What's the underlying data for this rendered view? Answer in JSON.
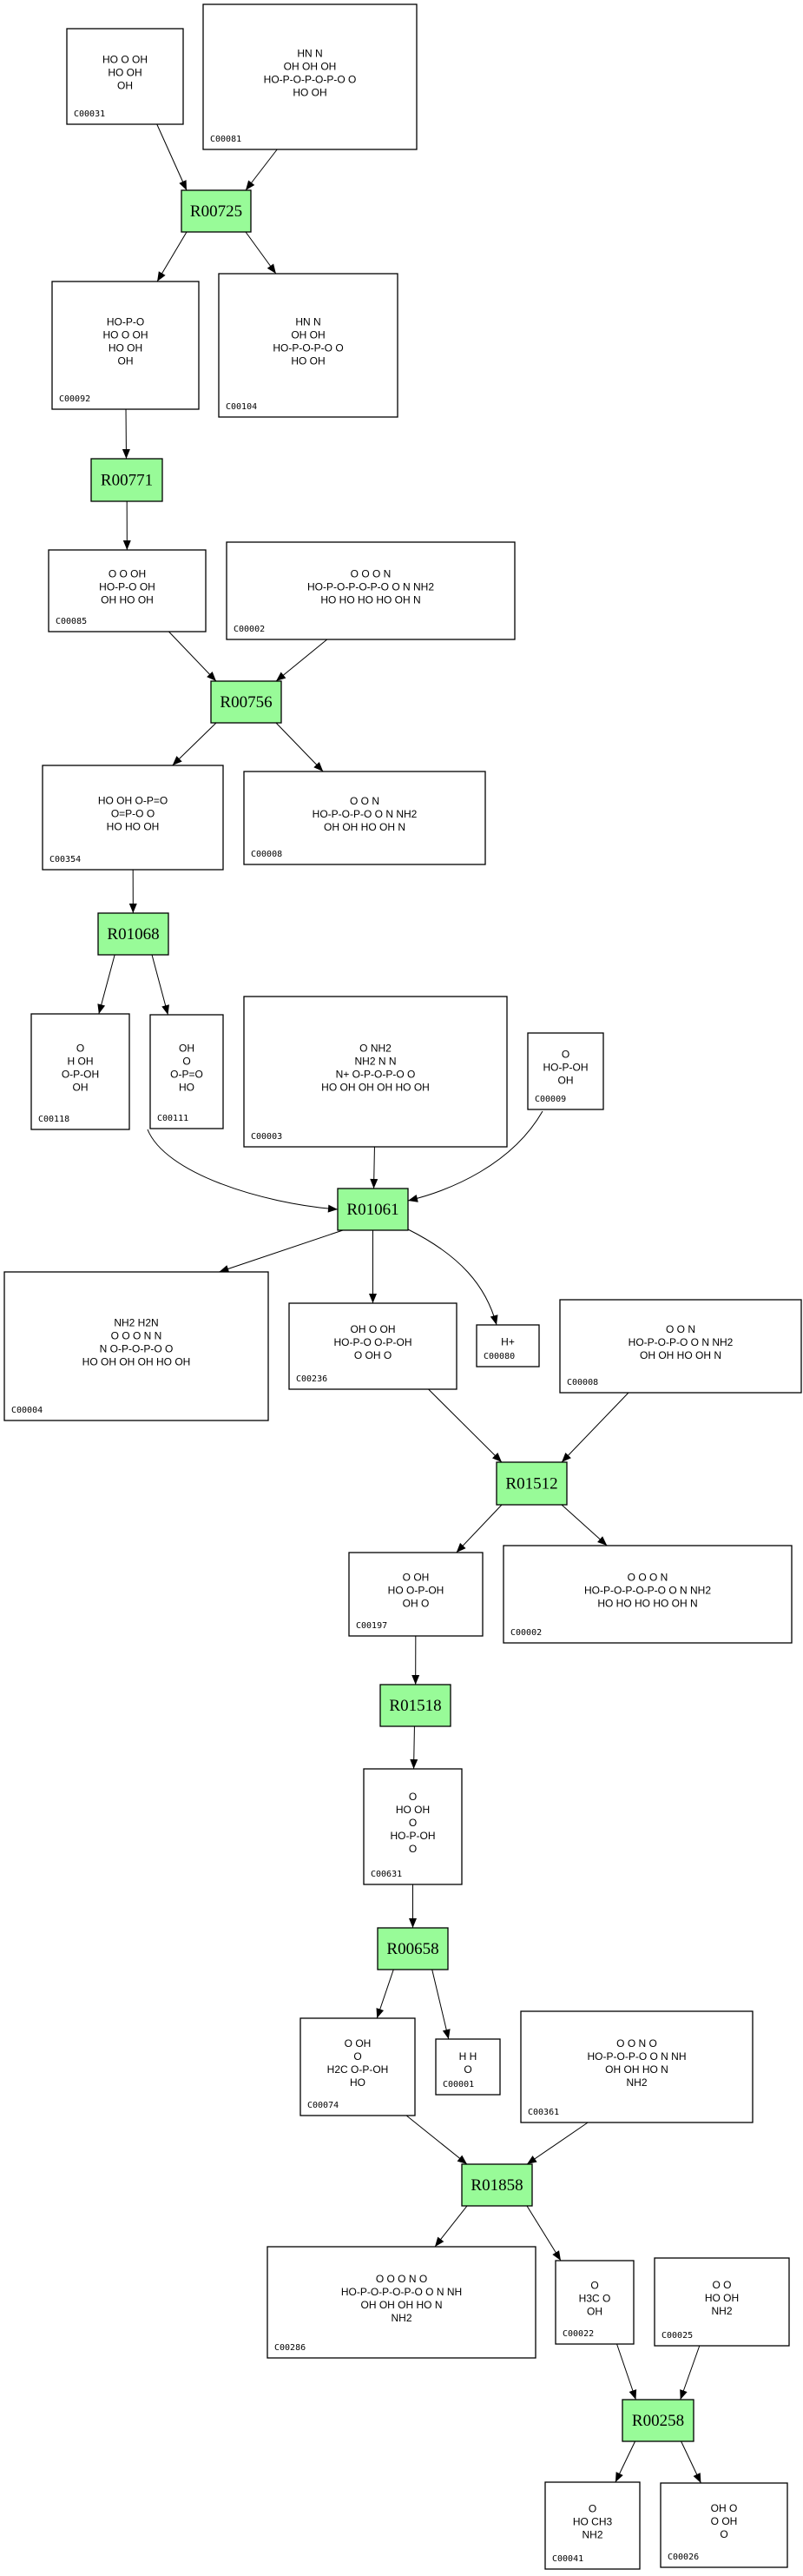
{
  "diagram": {
    "title": "",
    "reactions": [
      {
        "id": "R00725"
      },
      {
        "id": "R00771"
      },
      {
        "id": "R00756"
      },
      {
        "id": "R01068"
      },
      {
        "id": "R01061"
      },
      {
        "id": "R01512"
      },
      {
        "id": "R01518"
      },
      {
        "id": "R00658"
      },
      {
        "id": "R01858"
      },
      {
        "id": "R00258"
      }
    ],
    "compounds": [
      {
        "key": "c00031",
        "id": "C00031",
        "structure": [
          "HO  O  OH",
          "HO  OH",
          "OH"
        ]
      },
      {
        "key": "c00081",
        "id": "C00081",
        "structure": [
          "HN  N",
          "OH OH OH",
          "HO-P-O-P-O-P-O  O",
          "HO  OH"
        ]
      },
      {
        "key": "c00092",
        "id": "C00092",
        "structure": [
          "HO-P-O",
          "HO   O  OH",
          "HO  OH",
          "OH"
        ]
      },
      {
        "key": "c00104",
        "id": "C00104",
        "structure": [
          "HN  N",
          "OH OH",
          "HO-P-O-P-O  O",
          "HO  OH"
        ]
      },
      {
        "key": "c00085",
        "id": "C00085",
        "structure": [
          "O      O  OH",
          "HO-P-O      OH",
          "OH   HO  OH"
        ]
      },
      {
        "key": "c00002_a",
        "id": "C00002",
        "structure": [
          "O  O  O       N",
          "HO-P-O-P-O-P-O  O  N  NH2",
          "HO HO HO  HO OH N"
        ]
      },
      {
        "key": "c00354",
        "id": "C00354",
        "structure": [
          "HO    OH O-P=O",
          "O=P-O  O",
          "HO  HO  OH"
        ]
      },
      {
        "key": "c00008",
        "id": "C00008",
        "structure": [
          "O  O       N",
          "HO-P-O-P-O  O  N  NH2",
          "OH OH  HO OH N"
        ]
      },
      {
        "key": "c00118",
        "id": "C00118",
        "structure": [
          "O",
          "H  OH",
          "O-P-OH",
          "OH"
        ]
      },
      {
        "key": "c00111",
        "id": "C00111",
        "structure": [
          "OH",
          "O",
          "O-P=O",
          "HO"
        ]
      },
      {
        "key": "c00003",
        "id": "C00003",
        "structure": [
          "O     NH2",
          "NH2  N  N",
          "N+  O-P-O-P-O  O",
          "HO OH  OH OH  HO OH"
        ]
      },
      {
        "key": "c00009",
        "id": "C00009",
        "structure": [
          "O",
          "HO-P-OH",
          "OH"
        ]
      },
      {
        "key": "c00004",
        "id": "C00004",
        "structure": [
          "NH2    H2N",
          "O   O  O   N  N",
          "N  O-P-O-P-O  O",
          "HO OH  OH OH  HO OH"
        ]
      },
      {
        "key": "c00236",
        "id": "C00236",
        "structure": [
          "OH  O   OH",
          "HO-P-O     O-P-OH",
          "O   OH   O"
        ]
      },
      {
        "key": "c00080",
        "id": "C00080",
        "structure": [
          "H+"
        ]
      },
      {
        "key": "c00008_b",
        "id": "C00008",
        "structure": [
          "O  O       N",
          "HO-P-O-P-O  O  N  NH2",
          "OH OH  HO OH N"
        ]
      },
      {
        "key": "c00197",
        "id": "C00197",
        "structure": [
          "O      OH",
          "HO   O-P-OH",
          "OH    O"
        ]
      },
      {
        "key": "c00002_b",
        "id": "C00002",
        "structure": [
          "O  O  O       N",
          "HO-P-O-P-O-P-O  O  N  NH2",
          "HO HO HO  HO OH N"
        ]
      },
      {
        "key": "c00631",
        "id": "C00631",
        "structure": [
          "O",
          "HO    OH",
          "O",
          "HO-P-OH",
          "O"
        ]
      },
      {
        "key": "c00074",
        "id": "C00074",
        "structure": [
          "O  OH",
          "O",
          "H2C  O-P-OH",
          "HO"
        ]
      },
      {
        "key": "c00001",
        "id": "C00001",
        "structure": [
          "H  H",
          "O"
        ]
      },
      {
        "key": "c00361",
        "id": "C00361",
        "structure": [
          "O  O         N  O",
          "HO-P-O-P-O  O  N  NH",
          "OH OH  HO  N",
          "NH2"
        ]
      },
      {
        "key": "c00286",
        "id": "C00286",
        "structure": [
          "O  O  O         N  O",
          "HO-P-O-P-O-P-O  O  N  NH",
          "OH OH OH  HO  N",
          "NH2"
        ]
      },
      {
        "key": "c00022",
        "id": "C00022",
        "structure": [
          "O",
          "H3C   O",
          "OH"
        ]
      },
      {
        "key": "c00025",
        "id": "C00025",
        "structure": [
          "O        O",
          "HO          OH",
          "NH2"
        ]
      },
      {
        "key": "c00041",
        "id": "C00041",
        "structure": [
          "O",
          "HO   CH3",
          "NH2"
        ]
      },
      {
        "key": "c00026",
        "id": "C00026",
        "structure": [
          "OH      O",
          "O          OH",
          "O"
        ]
      }
    ],
    "edges": [
      [
        "c00031",
        "R00725"
      ],
      [
        "c00081",
        "R00725"
      ],
      [
        "R00725",
        "c00092"
      ],
      [
        "R00725",
        "c00104"
      ],
      [
        "c00092",
        "R00771"
      ],
      [
        "R00771",
        "c00085"
      ],
      [
        "c00085",
        "R00756"
      ],
      [
        "c00002_a",
        "R00756"
      ],
      [
        "R00756",
        "c00354"
      ],
      [
        "R00756",
        "c00008"
      ],
      [
        "c00354",
        "R01068"
      ],
      [
        "R01068",
        "c00118"
      ],
      [
        "R01068",
        "c00111"
      ],
      [
        "c00118",
        "R01061"
      ],
      [
        "c00003",
        "R01061"
      ],
      [
        "c00009",
        "R01061"
      ],
      [
        "R01061",
        "c00004"
      ],
      [
        "R01061",
        "c00236"
      ],
      [
        "R01061",
        "c00080"
      ],
      [
        "c00236",
        "R01512"
      ],
      [
        "c00008_b",
        "R01512"
      ],
      [
        "R01512",
        "c00197"
      ],
      [
        "R01512",
        "c00002_b"
      ],
      [
        "c00197",
        "R01518"
      ],
      [
        "R01518",
        "c00631"
      ],
      [
        "c00631",
        "R00658"
      ],
      [
        "R00658",
        "c00074"
      ],
      [
        "R00658",
        "c00001"
      ],
      [
        "c00074",
        "R01858"
      ],
      [
        "c00361",
        "R01858"
      ],
      [
        "R01858",
        "c00286"
      ],
      [
        "R01858",
        "c00022"
      ],
      [
        "c00022",
        "R00258"
      ],
      [
        "c00025",
        "R00258"
      ],
      [
        "R00258",
        "c00041"
      ],
      [
        "R00258",
        "c00026"
      ]
    ],
    "colors": {
      "reaction_fill": "#98fb98",
      "box_stroke": "#000000"
    }
  }
}
